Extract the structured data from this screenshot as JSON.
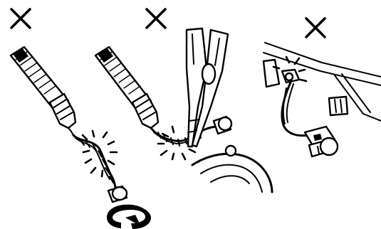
{
  "panels": [
    {
      "id": "left",
      "mark": "cross-mark-icon",
      "subject": "twisting-cable-icon"
    },
    {
      "id": "middle",
      "mark": "cross-mark-icon",
      "subject": "pliers-pinching-cable-icon"
    },
    {
      "id": "right",
      "mark": "cross-mark-icon",
      "subject": "cable-kinked-on-frame-icon"
    }
  ],
  "colors": {
    "ink": "#000000",
    "paper": "#ffffff"
  }
}
